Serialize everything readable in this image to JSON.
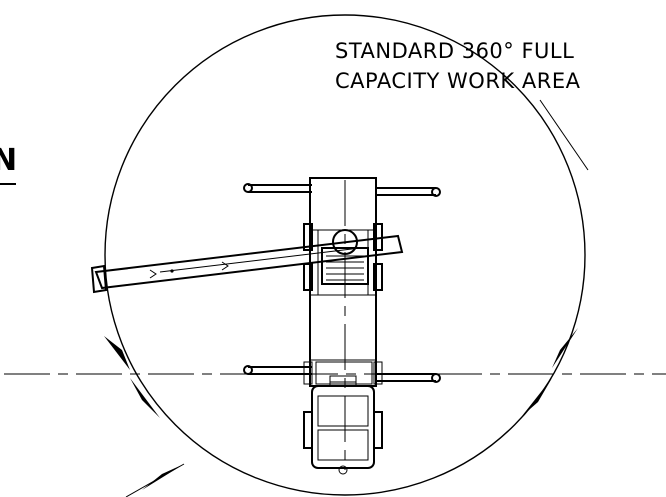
{
  "labels": {
    "work_area_line1": "STANDARD 360° FULL",
    "work_area_line2": "CAPACITY WORK AREA",
    "partial_letter": "N"
  },
  "colors": {
    "ink": "#000000",
    "paper": "#ffffff"
  },
  "icons": {
    "pointer_left_upper": "triangle-arrow",
    "pointer_left_lower": "triangle-arrow",
    "pointer_right_upper": "triangle-arrow",
    "pointer_right_lower": "triangle-arrow",
    "pointer_bottom": "triangle-arrow"
  }
}
